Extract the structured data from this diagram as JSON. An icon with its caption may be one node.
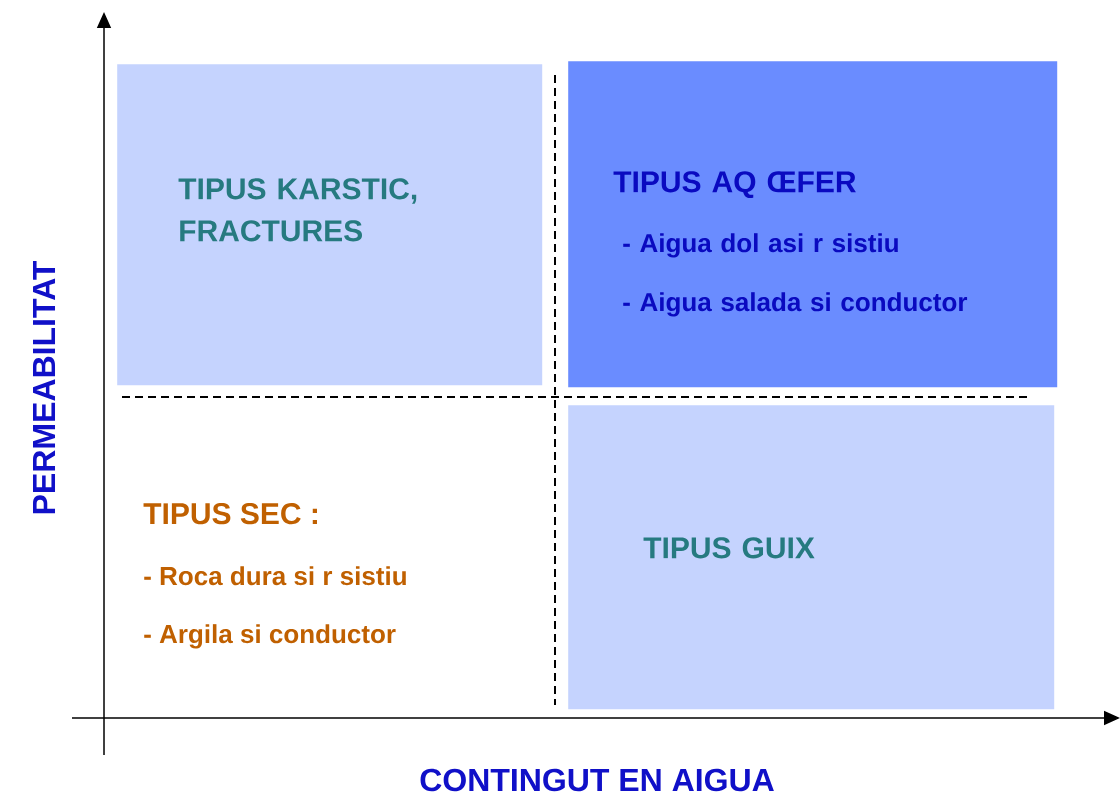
{
  "diagram": {
    "nodes": [
      {
        "text": [
          "TIPUS KARSTIC, FRACTURES"
        ]
      },
      {
        "text": [
          "TIPUS AQ ŒFER",
          "- Aigua dol asi r sistiu",
          "- Aigua salada si conductor"
        ]
      },
      {
        "text": [
          "TIPUS GUIX"
        ]
      }
    ],
    "edges": [],
    "labels": [
      "PERMEABILITAT",
      "TIPUS SEC :",
      "- Roca dura si r sistiu",
      "- Argila si conductor",
      "CONTINGUT EN AIGUA"
    ]
  }
}
